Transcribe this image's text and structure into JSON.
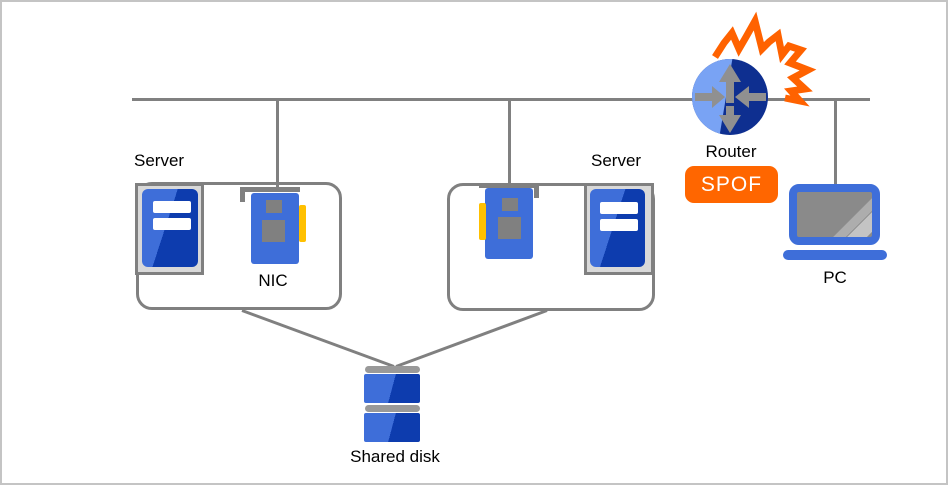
{
  "diagram": {
    "type": "network-topology-diagram",
    "nodes": {
      "server_left": {
        "label": "Server"
      },
      "nic_left": {
        "label": "NIC"
      },
      "server_right": {
        "label": "Server"
      },
      "router": {
        "label": "Router"
      },
      "spof_badge": {
        "label": "SPOF"
      },
      "pc": {
        "label": "PC"
      },
      "shared_disk": {
        "label": "Shared disk"
      }
    },
    "icons": {
      "server_tower": "server-tower-icon",
      "nic_card": "nic-card-icon",
      "router": "router-circle-arrows-icon",
      "failure_burst": "explosion-burst-icon",
      "laptop": "laptop-icon",
      "shared_disk": "stacked-disk-icon"
    },
    "connections": [
      {
        "from": "network_bus",
        "to": "nic_left"
      },
      {
        "from": "network_bus",
        "to": "nic_right"
      },
      {
        "from": "network_bus",
        "to": "router"
      },
      {
        "from": "network_bus",
        "to": "pc"
      },
      {
        "from": "server_group_left",
        "to": "shared_disk"
      },
      {
        "from": "server_group_right",
        "to": "shared_disk"
      }
    ]
  },
  "colors": {
    "canvas_border": "#c4c4c4",
    "line_gray": "#808080",
    "frame_fill": "#d9d9d9",
    "icon_blue": "#3e6ed9",
    "icon_blue_dark": "#0d3cae",
    "router_blue_light": "#79a3f4",
    "router_blue_dark": "#0e2f90",
    "arrow_gray": "#909090",
    "chip_gray": "#808080",
    "connector_yellow": "#ffc000",
    "alert_orange": "#ff6200",
    "badge_orange": "#ff6600",
    "screen_gray": "#8a8a8a",
    "stripe_gray_1": "#adadad",
    "stripe_gray_2": "#c4c4c4",
    "disk_bar_gray": "#999999",
    "label_black": "#000000"
  }
}
